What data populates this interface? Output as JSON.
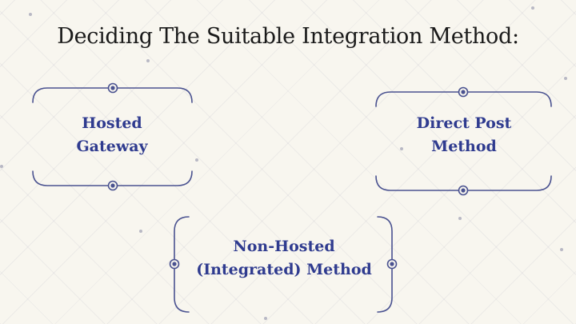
{
  "title": "Deciding The Suitable Integration Method:",
  "colors": {
    "frame": "#4a5290",
    "label": "#2f3b8f",
    "background": "#f8f6ef"
  },
  "nodes": [
    {
      "id": "hosted",
      "lines": [
        "Hosted",
        "Gateway"
      ]
    },
    {
      "id": "direct-post",
      "lines": [
        "Direct Post",
        "Method"
      ]
    },
    {
      "id": "non-hosted",
      "lines": [
        "Non-Hosted",
        "(Integrated) Method"
      ]
    }
  ]
}
